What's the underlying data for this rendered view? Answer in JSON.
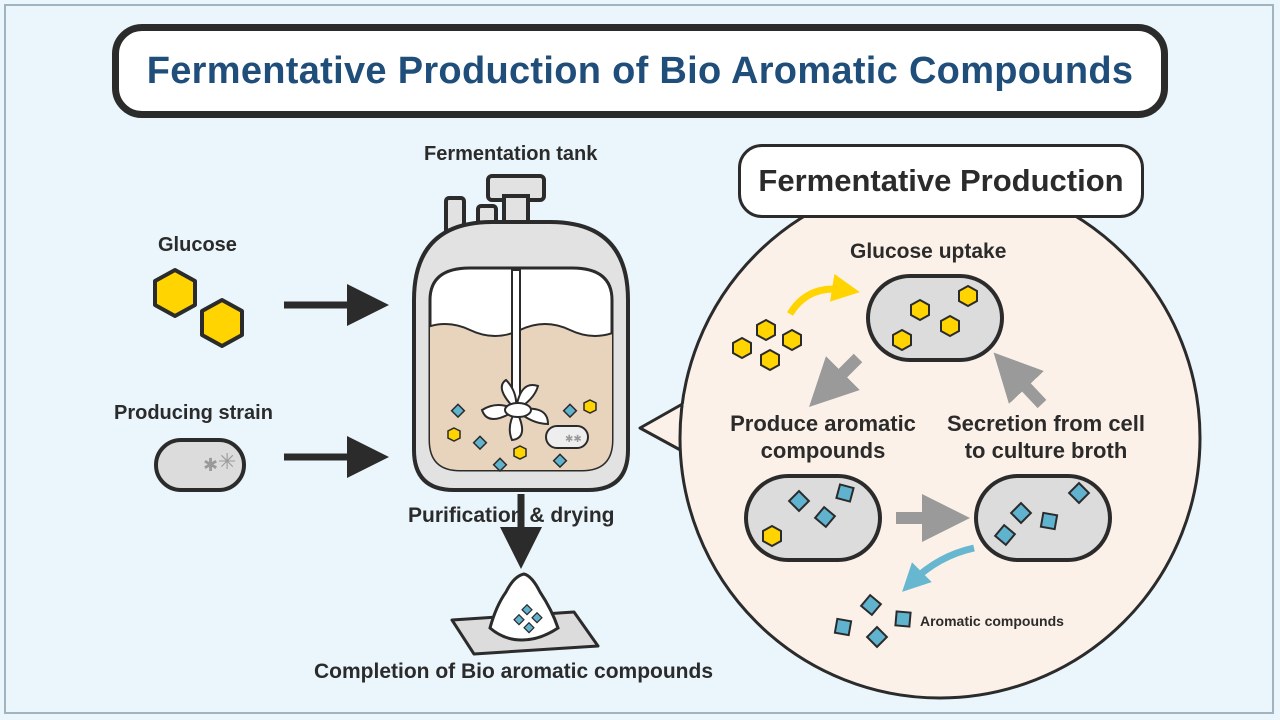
{
  "title": "Fermentative Production of Bio Aromatic Compounds",
  "inputs": {
    "glucose": "Glucose",
    "strain": "Producing strain"
  },
  "tank": {
    "label": "Fermentation tank",
    "purification": "Purification & drying",
    "completion": "Completion of Bio aromatic compounds"
  },
  "panel": {
    "title": "Fermentative Production",
    "step_uptake": "Glucose uptake",
    "step_produce_line1": "Produce aromatic",
    "step_produce_line2": "compounds",
    "step_secrete_line1": "Secretion from cell",
    "step_secrete_line2": "to culture broth",
    "product_label": "Aromatic compounds"
  },
  "colors": {
    "glucose": "#ffd400",
    "aromatic": "#5fb3cf",
    "broth": "#e8d3bd",
    "cell": "#dcdcdc",
    "panel_bg": "#fcf1e8",
    "outline": "#2b2b2b",
    "title_text": "#1f4e7a",
    "arrow_dark": "#2b2b2b",
    "arrow_grey": "#9a9a9a",
    "arrow_yellow": "#ffd400",
    "arrow_blue": "#67b7d1"
  },
  "icons": [
    "glucose-hexagon-icon",
    "producing-strain-cell-icon",
    "fermentation-tank-icon",
    "stirrer-impeller-icon",
    "aromatic-compound-square-icon",
    "powder-pile-icon"
  ]
}
